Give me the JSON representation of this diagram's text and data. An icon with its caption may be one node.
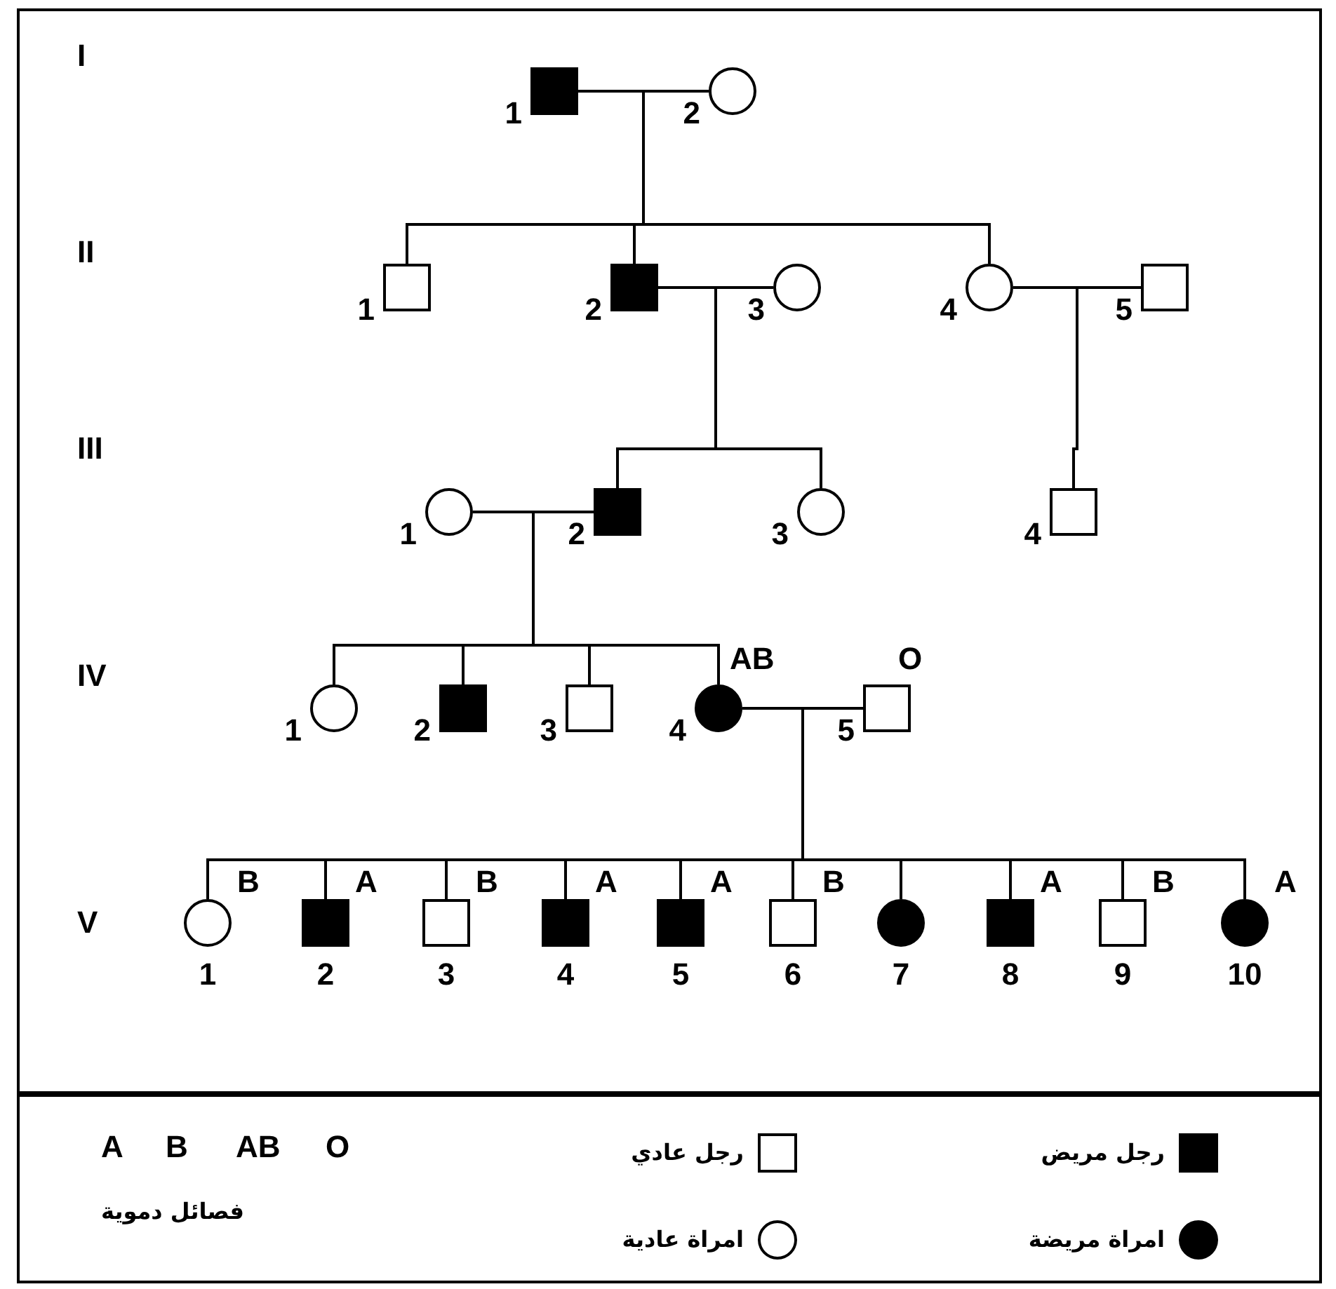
{
  "diagram": {
    "nodes": [
      {
        "text": [],
        "shape": "box",
        "beside": [
          "1"
        ]
      },
      {
        "text": [],
        "shape": "circle",
        "beside": [
          "2"
        ]
      },
      {
        "text": [],
        "shape": "box",
        "beside": [
          "1"
        ]
      },
      {
        "text": [],
        "shape": "box",
        "beside": [
          "2"
        ]
      },
      {
        "text": [],
        "shape": "circle",
        "beside": [
          "3"
        ]
      },
      {
        "text": [],
        "shape": "circle",
        "beside": [
          "4"
        ]
      },
      {
        "text": [],
        "shape": "box",
        "beside": [
          "5"
        ]
      },
      {
        "text": [],
        "shape": "circle",
        "beside": [
          "1"
        ]
      },
      {
        "text": [],
        "shape": "box",
        "beside": [
          "2"
        ]
      },
      {
        "text": [],
        "shape": "circle",
        "beside": [
          "3"
        ]
      },
      {
        "text": [],
        "shape": "box",
        "beside": [
          "4"
        ]
      },
      {
        "text": [],
        "shape": "circle",
        "beside": [
          "1"
        ]
      },
      {
        "text": [],
        "shape": "box",
        "beside": [
          "2"
        ]
      },
      {
        "text": [],
        "shape": "box",
        "beside": [
          "3"
        ]
      },
      {
        "text": [],
        "shape": "circle",
        "beside": [
          "4",
          "AB"
        ]
      },
      {
        "text": [],
        "shape": "box",
        "beside": [
          "5",
          "O"
        ]
      },
      {
        "text": [],
        "shape": "circle",
        "beside": [
          "1",
          "B"
        ]
      },
      {
        "text": [],
        "shape": "box",
        "beside": [
          "2",
          "A"
        ]
      },
      {
        "text": [],
        "shape": "box",
        "beside": [
          "3",
          "B"
        ]
      },
      {
        "text": [],
        "shape": "box",
        "beside": [
          "4",
          "A"
        ]
      },
      {
        "text": [],
        "shape": "box",
        "beside": [
          "5",
          "A"
        ]
      },
      {
        "text": [],
        "shape": "box",
        "beside": [
          "6",
          "B"
        ]
      },
      {
        "text": [],
        "shape": "circle",
        "beside": [
          "7"
        ]
      },
      {
        "text": [],
        "shape": "box",
        "beside": [
          "8",
          "A"
        ]
      },
      {
        "text": [],
        "shape": "box",
        "beside": [
          "9",
          "B"
        ]
      },
      {
        "text": [],
        "shape": "circle",
        "beside": [
          "10",
          "A"
        ]
      }
    ],
    "edges": [
      {
        "from": 0,
        "to": 1,
        "arrow": "none"
      },
      {
        "from": 0,
        "to": 2,
        "arrow": "none"
      },
      {
        "from": 1,
        "to": 2,
        "arrow": "none"
      },
      {
        "from": 0,
        "to": 3,
        "arrow": "none"
      },
      {
        "from": 1,
        "to": 3,
        "arrow": "none"
      },
      {
        "from": 0,
        "to": 5,
        "arrow": "none"
      },
      {
        "from": 1,
        "to": 5,
        "arrow": "none"
      },
      {
        "from": 3,
        "to": 4,
        "arrow": "none"
      },
      {
        "from": 3,
        "to": 8,
        "arrow": "none"
      },
      {
        "from": 4,
        "to": 8,
        "arrow": "none"
      },
      {
        "from": 3,
        "to": 9,
        "arrow": "none"
      },
      {
        "from": 4,
        "to": 9,
        "arrow": "none"
      },
      {
        "from": 5,
        "to": 6,
        "arrow": "none"
      },
      {
        "from": 5,
        "to": 10,
        "arrow": "none"
      },
      {
        "from": 6,
        "to": 10,
        "arrow": "none"
      },
      {
        "from": 7,
        "to": 8,
        "arrow": "none"
      },
      {
        "from": 7,
        "to": 11,
        "arrow": "none"
      },
      {
        "from": 8,
        "to": 11,
        "arrow": "none"
      },
      {
        "from": 7,
        "to": 12,
        "arrow": "none"
      },
      {
        "from": 8,
        "to": 12,
        "arrow": "none"
      },
      {
        "from": 7,
        "to": 13,
        "arrow": "none"
      },
      {
        "from": 8,
        "to": 13,
        "arrow": "none"
      },
      {
        "from": 7,
        "to": 14,
        "arrow": "none"
      },
      {
        "from": 8,
        "to": 14,
        "arrow": "none"
      },
      {
        "from": 14,
        "to": 15,
        "arrow": "none"
      },
      {
        "from": 14,
        "to": 16,
        "arrow": "none"
      },
      {
        "from": 15,
        "to": 16,
        "arrow": "none"
      },
      {
        "from": 14,
        "to": 17,
        "arrow": "none"
      },
      {
        "from": 15,
        "to": 17,
        "arrow": "none"
      },
      {
        "from": 14,
        "to": 18,
        "arrow": "none"
      },
      {
        "from": 15,
        "to": 18,
        "arrow": "none"
      },
      {
        "from": 14,
        "to": 19,
        "arrow": "none"
      },
      {
        "from": 15,
        "to": 19,
        "arrow": "none"
      },
      {
        "from": 14,
        "to": 20,
        "arrow": "none"
      },
      {
        "from": 15,
        "to": 20,
        "arrow": "none"
      },
      {
        "from": 14,
        "to": 21,
        "arrow": "none"
      },
      {
        "from": 15,
        "to": 21,
        "arrow": "none"
      },
      {
        "from": 14,
        "to": 22,
        "arrow": "none"
      },
      {
        "from": 15,
        "to": 22,
        "arrow": "none"
      },
      {
        "from": 14,
        "to": 23,
        "arrow": "none"
      },
      {
        "from": 15,
        "to": 23,
        "arrow": "none"
      },
      {
        "from": 14,
        "to": 24,
        "arrow": "none"
      },
      {
        "from": 15,
        "to": 24,
        "arrow": "none"
      },
      {
        "from": 14,
        "to": 25,
        "arrow": "none"
      },
      {
        "from": 15,
        "to": 25,
        "arrow": "none"
      }
    ],
    "labels": [
      "I",
      "II",
      "III",
      "IV",
      "V",
      "A",
      "B",
      "AB",
      "O",
      "فصائل دموية"
    ],
    "legend": [
      {
        "text": "رجل عادي"
      },
      {
        "text": "رجل مريض"
      },
      {
        "text": "امراة عادية"
      },
      {
        "text": "امراة مريضة"
      }
    ]
  }
}
